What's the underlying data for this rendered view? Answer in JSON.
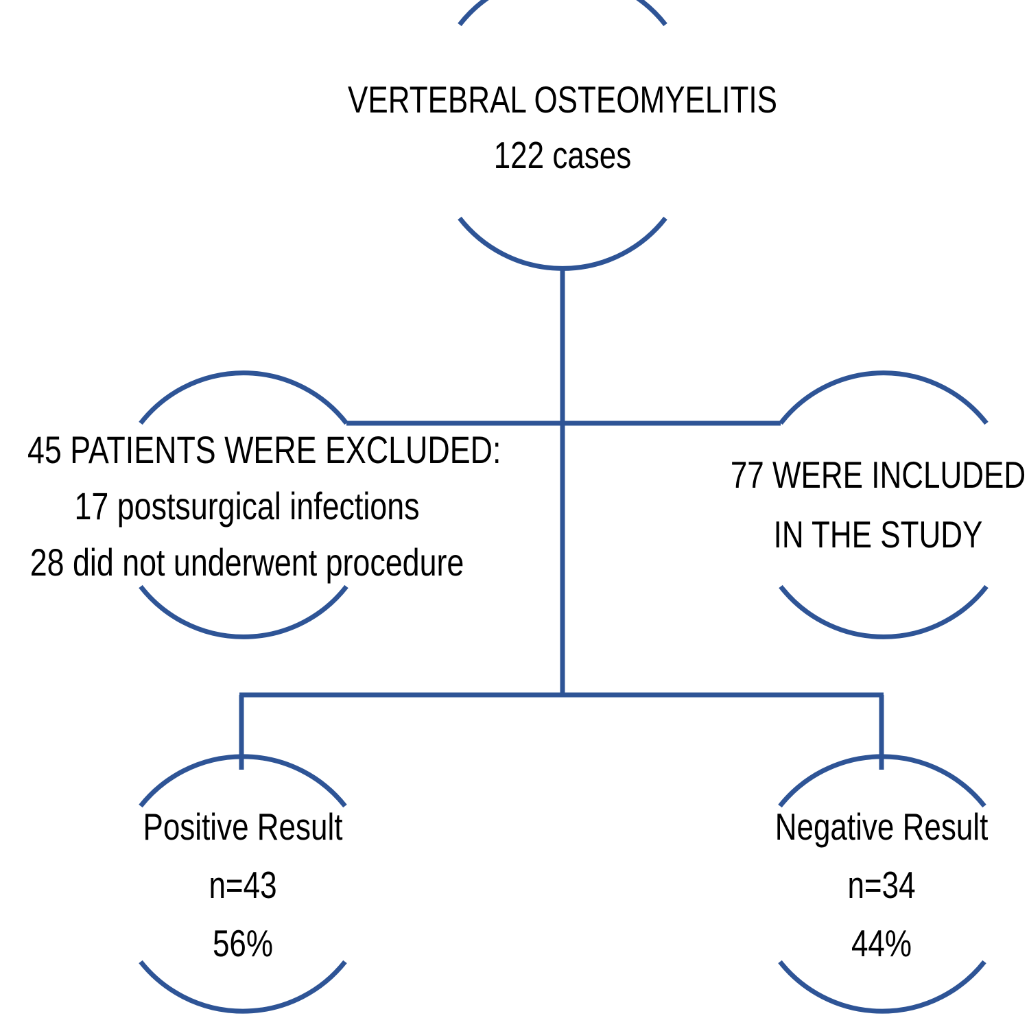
{
  "diagram": {
    "type": "flowchart",
    "title": "Vertebral osteomyelitis study patient flow",
    "stroke_color": "#2E5496",
    "text_color": "#000000",
    "background_color": "#FFFFFF",
    "stroke_width": 7,
    "nodes": {
      "top": {
        "label": "VERTEBRAL OSTEOMYELITIS",
        "count": "122 cases"
      },
      "excluded": {
        "heading": "45 PATIENTS WERE EXCLUDED:",
        "reason_1": "17 postsurgical infections",
        "reason_2": "28 did not underwent procedure"
      },
      "included": {
        "line_1": "77 WERE INCLUDED",
        "line_2": "IN THE STUDY"
      },
      "positive": {
        "label": "Positive Result",
        "n": "n=43",
        "percent": "56%"
      },
      "negative": {
        "label": "Negative Result",
        "n": "n=34",
        "percent": "44%"
      }
    },
    "edges": [
      {
        "from": "top",
        "to": "excluded"
      },
      {
        "from": "top",
        "to": "included"
      },
      {
        "from": "top",
        "to": "positive"
      },
      {
        "from": "top",
        "to": "negative"
      }
    ]
  }
}
